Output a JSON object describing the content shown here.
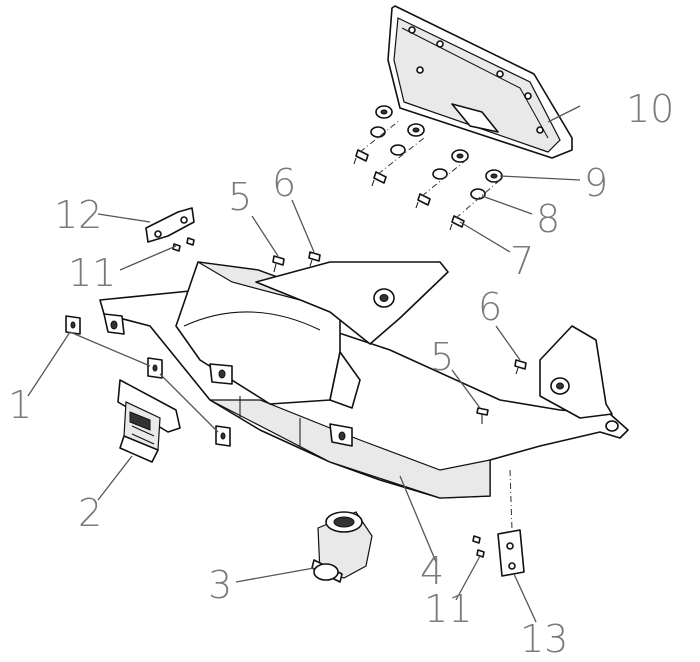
{
  "callouts": {
    "c1": "1",
    "c2": "2",
    "c3": "3",
    "c4": "4",
    "c5a": "5",
    "c5b": "5",
    "c6a": "6",
    "c6b": "6",
    "c7": "7",
    "c8": "8",
    "c9": "9",
    "c10": "10",
    "c11a": "11",
    "c11b": "11",
    "c12": "12",
    "c13": "13"
  }
}
